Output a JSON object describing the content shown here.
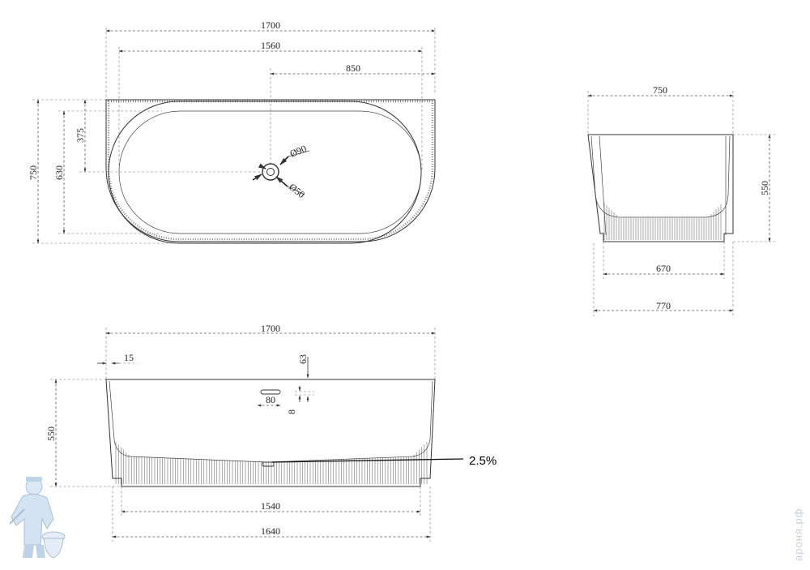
{
  "top_view": {
    "dim_length": "1700",
    "dim_inner_length": "1560",
    "dim_drain_offset": "850",
    "dim_width": "750",
    "dim_inner_width": "630",
    "dim_drain_depth": "375",
    "drain_outer_diameter": "Ø90",
    "drain_inner_diameter": "Ø50"
  },
  "end_view": {
    "dim_top_width": "750",
    "dim_height": "550",
    "dim_base_width": "670",
    "dim_foot_width": "770"
  },
  "side_view": {
    "dim_length": "1700",
    "dim_rim": "15",
    "dim_overflow_drop": "63",
    "dim_overflow_width": "80",
    "dim_overflow_height": "8",
    "dim_height": "550",
    "dim_base_length": "1540",
    "dim_foot_length": "1640",
    "slope_label": "2.5%"
  },
  "watermark": {
    "text": "ароня.рф"
  }
}
